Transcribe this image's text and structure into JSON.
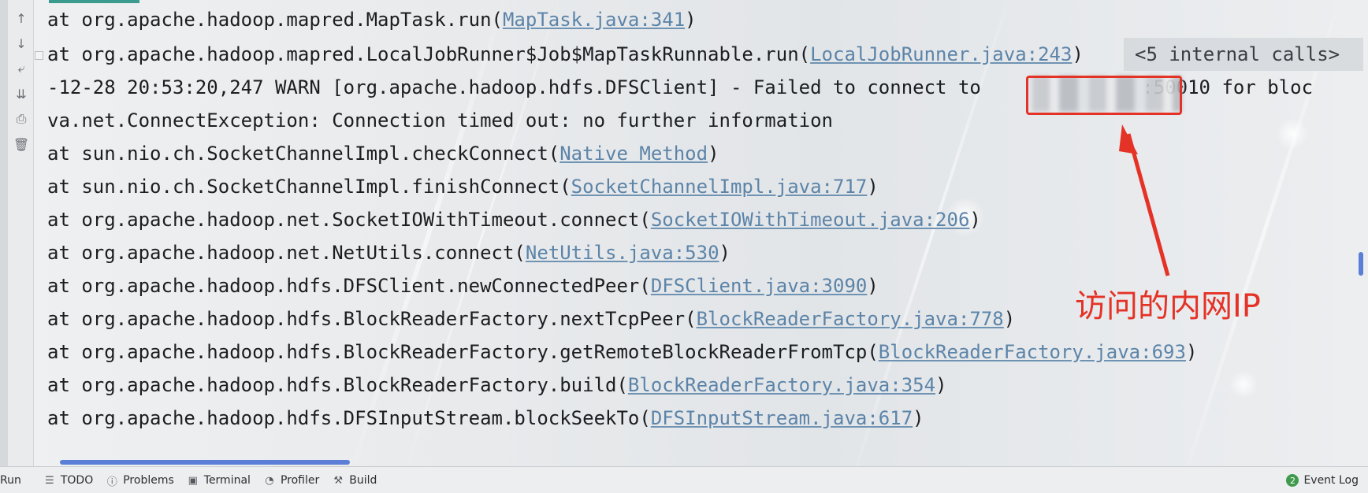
{
  "console": {
    "lines": [
      {
        "text": "at org.apache.hadoop.mapred.MapTask.run(",
        "link": "MapTask.java:341",
        "tail": ")"
      },
      {
        "text": "at org.apache.hadoop.mapred.LocalJobRunner$Job$MapTaskRunnable.run(",
        "link": "LocalJobRunner.java:243",
        "tail": ")"
      },
      {
        "text": "-12-28 20:53:20,247 WARN [org.apache.hadoop.hdfs.DFSClient] - Failed to connect to ",
        "after_ip": ":50010 for bloc"
      },
      {
        "text": "va.net.ConnectException: Connection timed out: no further information"
      },
      {
        "text": "at sun.nio.ch.SocketChannelImpl.checkConnect(",
        "link": "Native Method",
        "tail": ")"
      },
      {
        "text": "at sun.nio.ch.SocketChannelImpl.finishConnect(",
        "link": "SocketChannelImpl.java:717",
        "tail": ")"
      },
      {
        "text": "at org.apache.hadoop.net.SocketIOWithTimeout.connect(",
        "link": "SocketIOWithTimeout.java:206",
        "tail": ")"
      },
      {
        "text": "at org.apache.hadoop.net.NetUtils.connect(",
        "link": "NetUtils.java:530",
        "tail": ")"
      },
      {
        "text": "at org.apache.hadoop.hdfs.DFSClient.newConnectedPeer(",
        "link": "DFSClient.java:3090",
        "tail": ")"
      },
      {
        "text": "at org.apache.hadoop.hdfs.BlockReaderFactory.nextTcpPeer(",
        "link": "BlockReaderFactory.java:778",
        "tail": ")"
      },
      {
        "text": "at org.apache.hadoop.hdfs.BlockReaderFactory.getRemoteBlockReaderFromTcp(",
        "link": "BlockReaderFactory.java:693",
        "tail": ")"
      },
      {
        "text": "at org.apache.hadoop.hdfs.BlockReaderFactory.build(",
        "link": "BlockReaderFactory.java:354",
        "tail": ")"
      },
      {
        "text": "at org.apache.hadoop.hdfs.DFSInputStream.blockSeekTo(",
        "link": "DFSInputStream.java:617",
        "tail": ")"
      }
    ],
    "internal_calls": "<5 internal calls>"
  },
  "annotation": {
    "label": "访问的内网IP",
    "color": "#e53226"
  },
  "gutter": {
    "icons": [
      "arrow-up-icon",
      "arrow-down-icon",
      "soft-wrap-icon",
      "scroll-to-end-icon",
      "print-icon",
      "trash-icon"
    ]
  },
  "statusbar": {
    "run": "Run",
    "todo": "TODO",
    "problems": "Problems",
    "terminal": "Terminal",
    "profiler": "Profiler",
    "build": "Build",
    "event_log": "Event Log",
    "event_count": "2"
  }
}
